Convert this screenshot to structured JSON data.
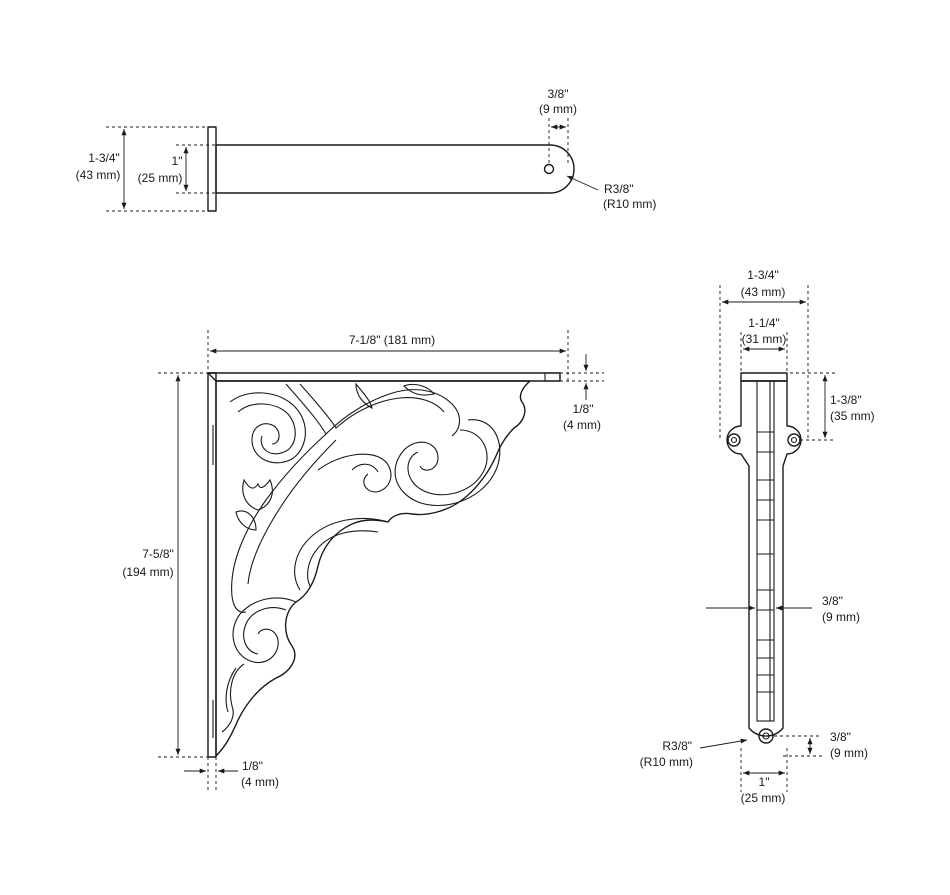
{
  "colors": {
    "line": "#1a1a1a",
    "background": "#ffffff"
  },
  "top_view": {
    "overall_height": {
      "imperial": "1-3/4\"",
      "metric": "(43 mm)"
    },
    "arm_height": {
      "imperial": "1\"",
      "metric": "(25 mm)"
    },
    "tip_offset": {
      "imperial": "3/8\"",
      "metric": "(9 mm)"
    },
    "tip_radius": {
      "imperial": "R3/8\"",
      "metric": "(R10 mm)"
    }
  },
  "front_view": {
    "width": {
      "text": "7-1/8\" (181 mm)"
    },
    "height": {
      "imperial": "7-5/8\"",
      "metric": "(194 mm)"
    },
    "top_thickness": {
      "imperial": "1/8\"",
      "metric": "(4 mm)"
    },
    "side_thickness": {
      "imperial": "1/8\"",
      "metric": "(4 mm)"
    }
  },
  "side_view": {
    "overall_width": {
      "imperial": "1-3/4\"",
      "metric": "(43 mm)"
    },
    "inner_width": {
      "imperial": "1-1/4\"",
      "metric": "(31 mm)"
    },
    "hole_offset": {
      "imperial": "1-3/8\"",
      "metric": "(35 mm)"
    },
    "web_thickness": {
      "imperial": "3/8\"",
      "metric": "(9 mm)"
    },
    "tip_radius": {
      "imperial": "R3/8\"",
      "metric": "(R10 mm)"
    },
    "bottom_hole_offset": {
      "imperial": "3/8\"",
      "metric": "(9 mm)"
    },
    "bottom_width": {
      "imperial": "1\"",
      "metric": "(25 mm)"
    }
  }
}
